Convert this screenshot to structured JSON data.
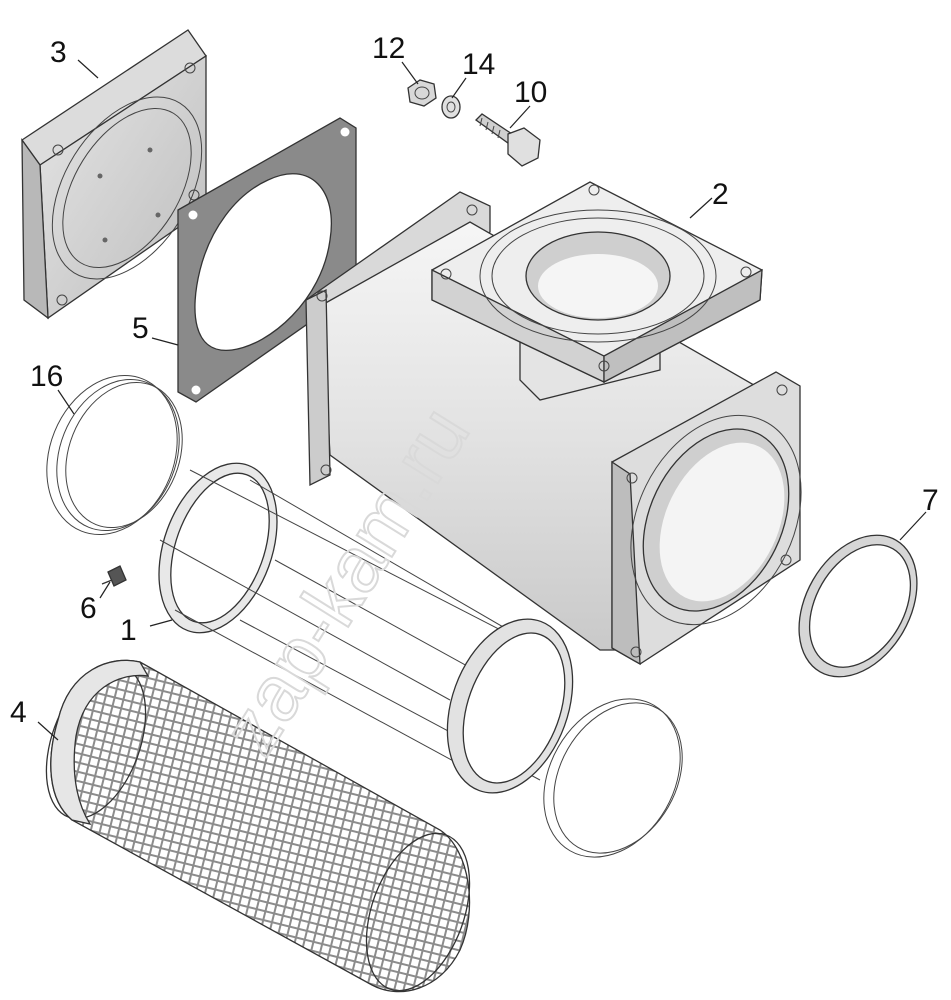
{
  "diagram": {
    "callouts": {
      "p1": "1",
      "p2": "2",
      "p3": "3",
      "p4": "4",
      "p5": "5",
      "p6": "6",
      "p7": "7",
      "p10": "10",
      "p12": "12",
      "p14": "14",
      "p16": "16"
    },
    "watermark": "zap-kam.ru",
    "colors": {
      "part_light": "#eeeeee",
      "part_mid": "#d4d4d4",
      "gasket": "#8a8a8a",
      "outline": "#333333"
    }
  }
}
